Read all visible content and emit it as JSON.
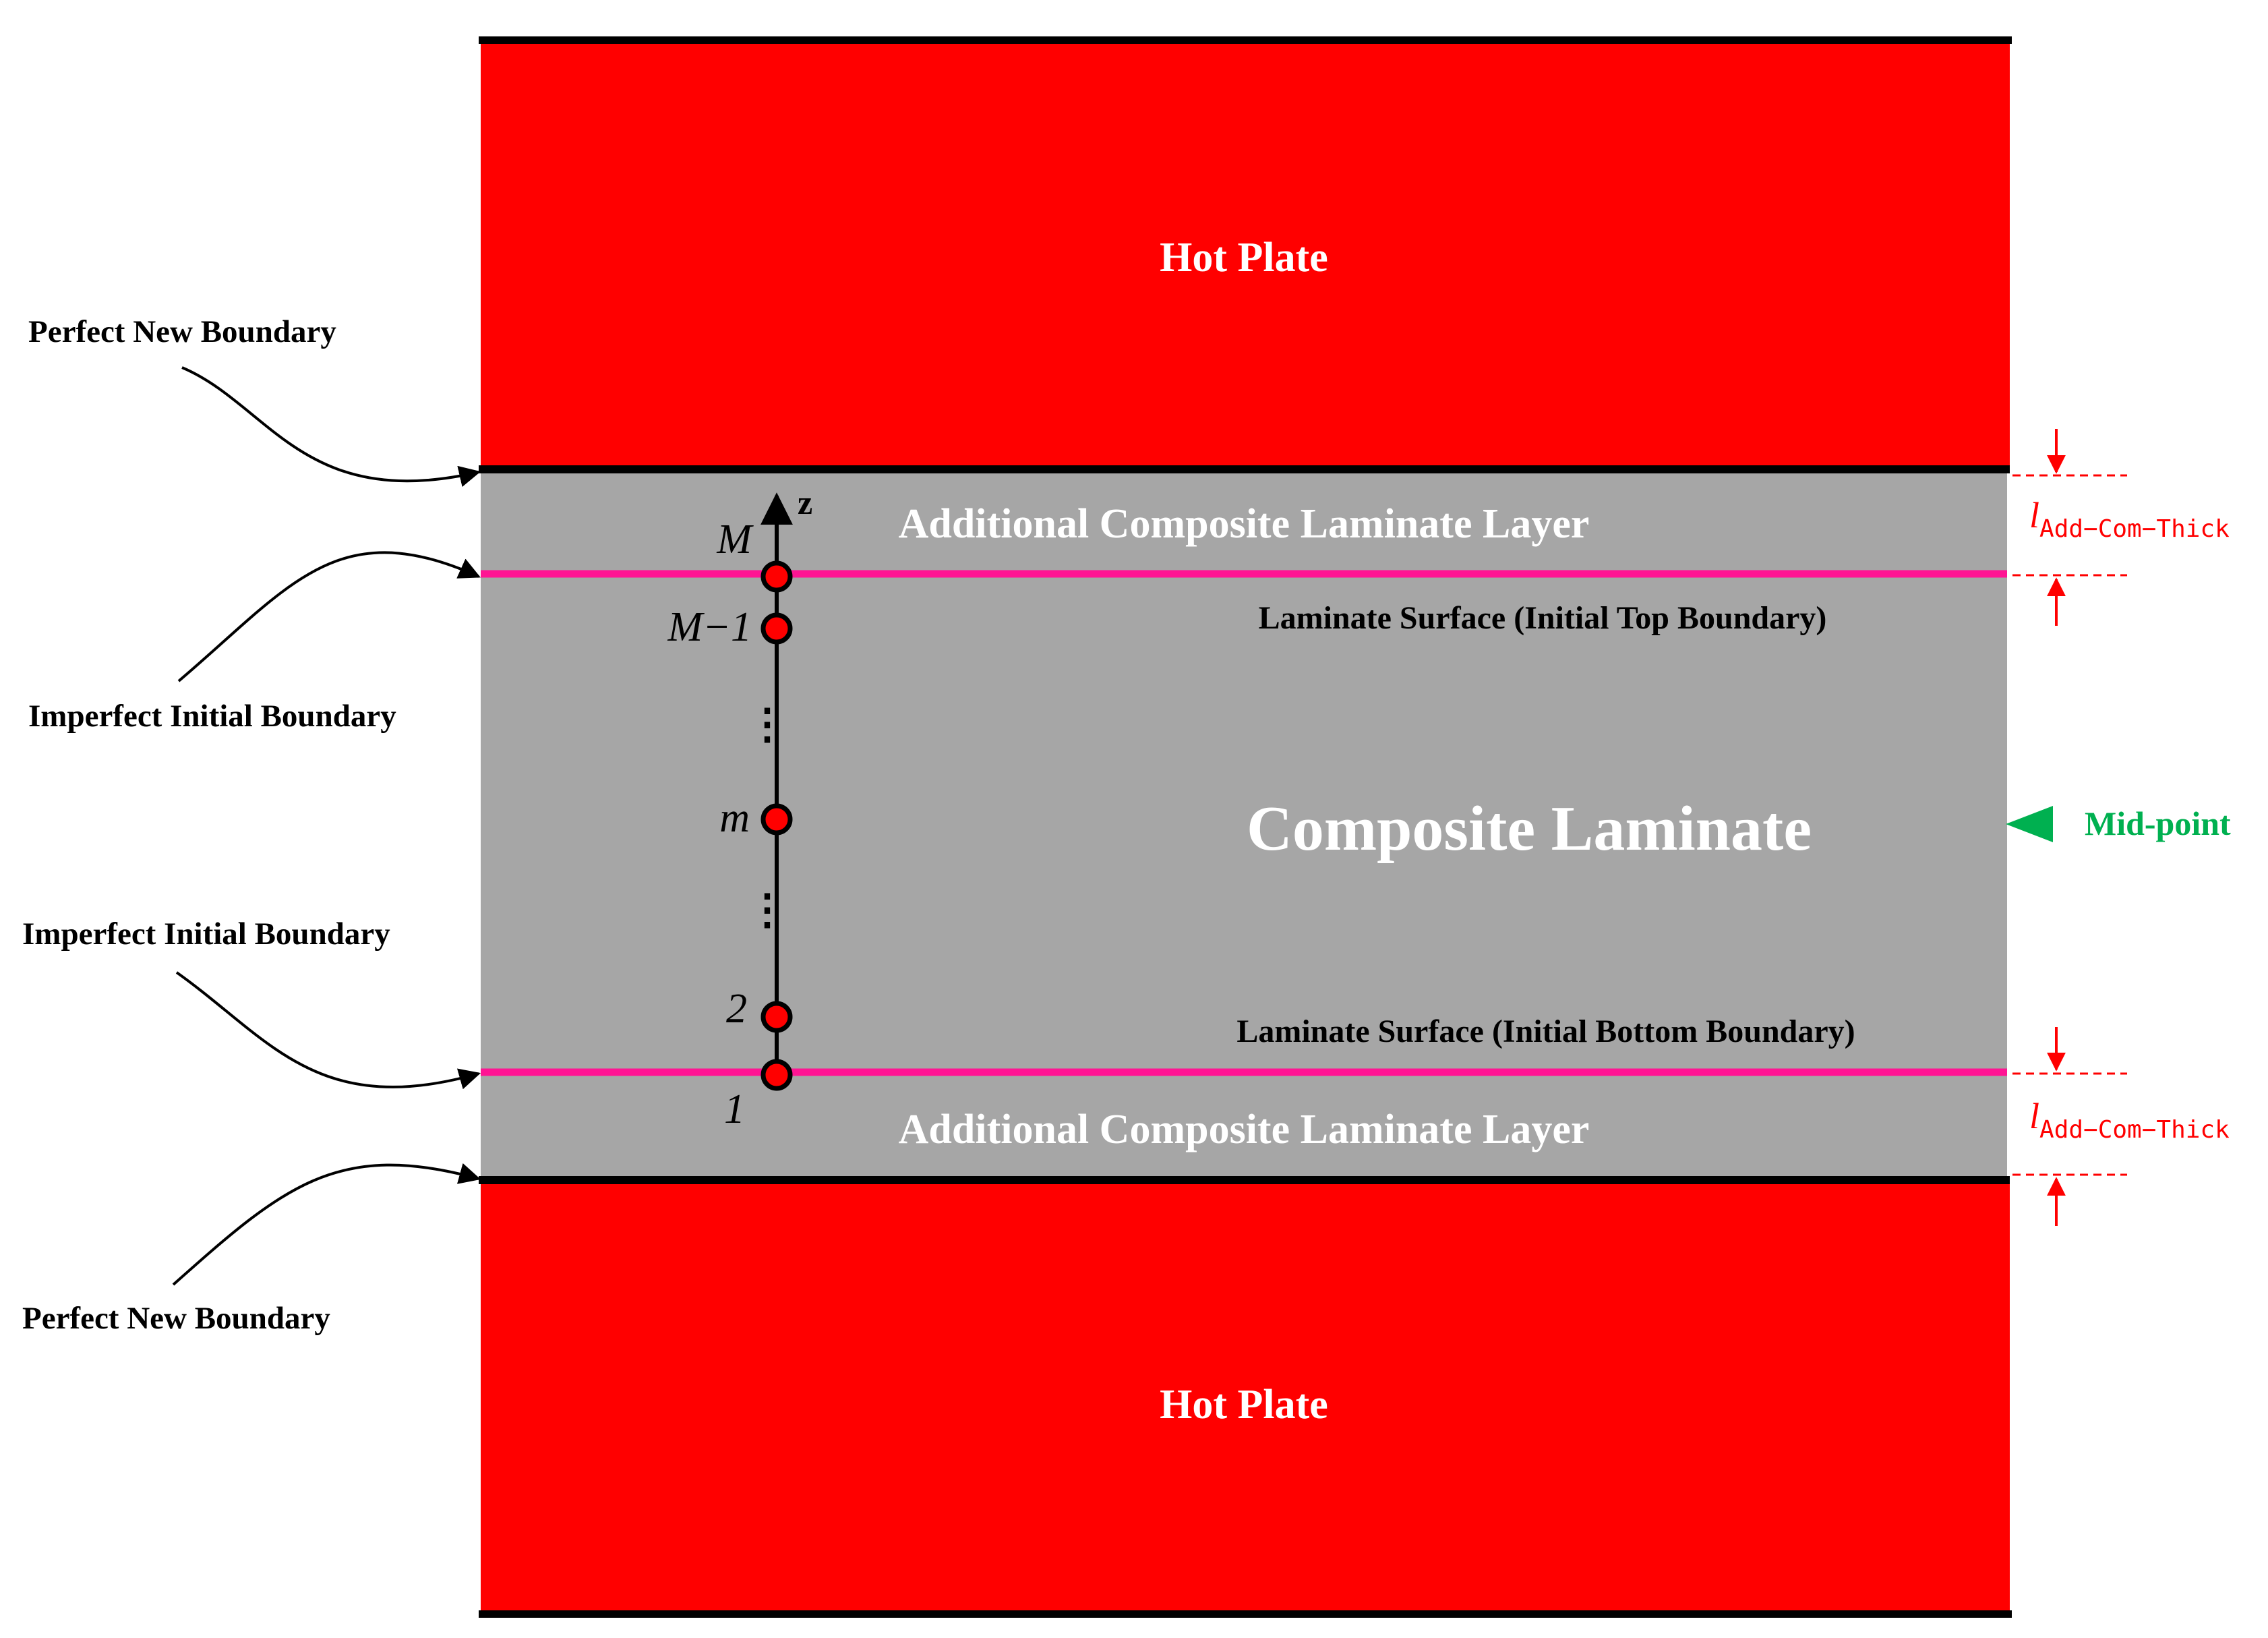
{
  "colors": {
    "hot_plate": "#ff0000",
    "laminate": "#a6a6a6",
    "boundary_line": "#ff1493",
    "thickness_marker": "#ff0000",
    "midpoint": "#00b050",
    "node_fill": "#ff0000",
    "outline": "#000000"
  },
  "plates": {
    "top_label": "Hot Plate",
    "bottom_label": "Hot Plate"
  },
  "laminate": {
    "main_label": "Composite Laminate",
    "top_layer_label": "Additional Composite Laminate Layer",
    "bottom_layer_label": "Additional Composite Laminate Layer",
    "top_surface_label": "Laminate Surface (Initial Top Boundary)",
    "bottom_surface_label": "Laminate Surface (Initial Bottom Boundary)"
  },
  "left_annotations": {
    "top_perfect": "Perfect New Boundary",
    "top_imperfect": "Imperfect Initial Boundary",
    "bottom_imperfect": "Imperfect Initial Boundary",
    "bottom_perfect": "Perfect New Boundary"
  },
  "axis": {
    "label": "z",
    "nodes": {
      "top": "M",
      "second_top": "M−1",
      "middle": "m",
      "second": "2",
      "first": "1"
    },
    "ellipsis": "⋮"
  },
  "right_annotations": {
    "thickness_base": "l",
    "thickness_sub": "Add−Com−Thick",
    "midpoint_label": "Mid-point"
  }
}
